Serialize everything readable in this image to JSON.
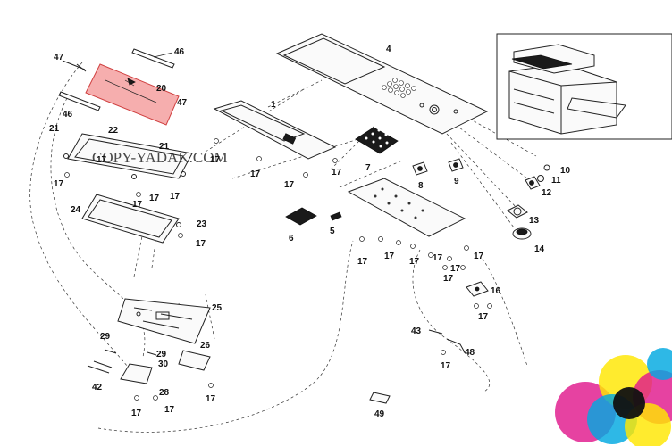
{
  "watermark": "COPY-YADAK.COM",
  "callouts": {
    "c1": "1",
    "c4": "4",
    "c5": "5",
    "c6": "6",
    "c7": "7",
    "c8": "8",
    "c9": "9",
    "c10": "10",
    "c11": "11",
    "c12": "12",
    "c13": "13",
    "c14": "14",
    "c16": "16",
    "c20": "20",
    "c21a": "21",
    "c21b": "21",
    "c22": "22",
    "c23": "23",
    "c24": "24",
    "c25": "25",
    "c26": "26",
    "c28": "28",
    "c29a": "29",
    "c29b": "29",
    "c30": "30",
    "c42": "42",
    "c43": "43",
    "c46a": "46",
    "c46b": "46",
    "c47a": "47",
    "c47b": "47",
    "c48": "48",
    "c49": "49",
    "s17_01": "17",
    "s17_02": "17",
    "s17_03": "17",
    "s17_04": "17",
    "s17_05": "17",
    "s17_06": "17",
    "s17_07": "17",
    "s17_08": "17",
    "s17_09": "17",
    "s17_10": "17",
    "s17_11": "17",
    "s17_12": "17",
    "s17_13": "17",
    "s17_14": "17",
    "s17_15": "17",
    "s17_16": "17",
    "s17_17": "17",
    "s17_18": "17",
    "s17_19": "17",
    "s17_20": "17",
    "s17_21": "17",
    "s17_22": "17"
  },
  "colors": {
    "highlight_fill": "#f4a0a0",
    "highlight_stroke": "#d04040",
    "cmy_magenta": "#e0188c",
    "cmy_cyan": "#00a8e0",
    "cmy_yellow": "#ffe600",
    "cmy_black": "#111111"
  },
  "icons": [
    "printer-machine-thumbnail-icon",
    "cmyk-circles-logo"
  ]
}
